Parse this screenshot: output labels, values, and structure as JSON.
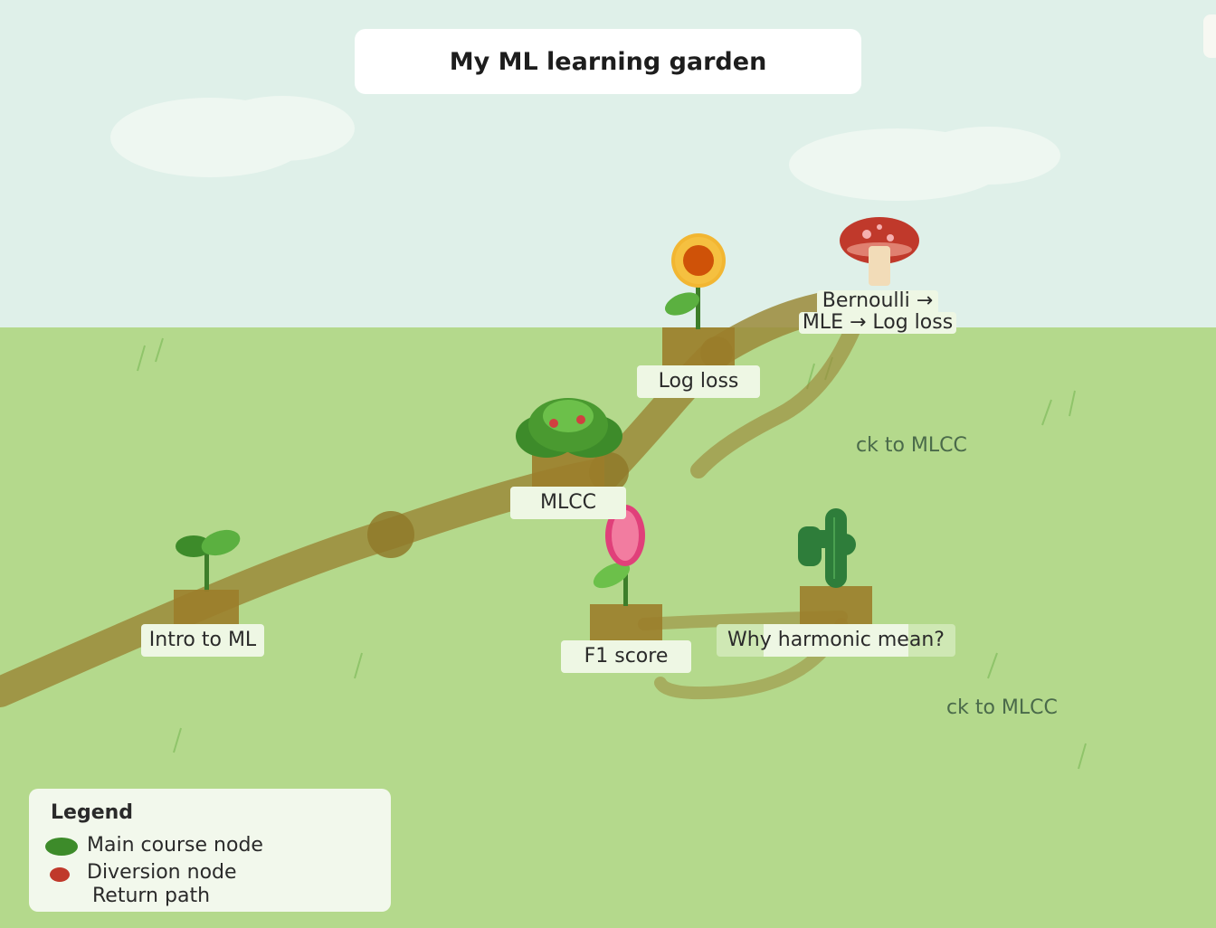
{
  "title": "My ML learning garden",
  "nodes": [
    {
      "id": "intro",
      "label": "Intro to ML",
      "kind": "main",
      "plant": "sprout-icon"
    },
    {
      "id": "mlcc",
      "label": "MLCC",
      "kind": "main",
      "plant": "bush-icon"
    },
    {
      "id": "logloss",
      "label": "Log loss",
      "kind": "main",
      "plant": "sunflower-icon"
    },
    {
      "id": "bernoulli",
      "label_line1": "Bernoulli →",
      "label_line2": "MLE → Log loss",
      "kind": "diversion",
      "plant": "mushroom-icon"
    },
    {
      "id": "f1",
      "label": "F1 score",
      "kind": "main",
      "plant": "tulip-icon"
    },
    {
      "id": "harmonic",
      "label": "Why harmonic mean?",
      "kind": "diversion",
      "plant": "cactus-icon"
    }
  ],
  "return_labels": [
    "ck to MLCC",
    "ck to MLCC"
  ],
  "legend": {
    "title": "Legend",
    "items": [
      {
        "label": "Main course node",
        "color": "#3d8b2a"
      },
      {
        "label": "Diversion node",
        "color": "#c0392b"
      },
      {
        "label": "Return path"
      }
    ]
  },
  "colors": {
    "sky": "#dff0e9",
    "ground": "#b4d98c",
    "path": "#9b8a3a",
    "pot": "#9b7d2a"
  }
}
